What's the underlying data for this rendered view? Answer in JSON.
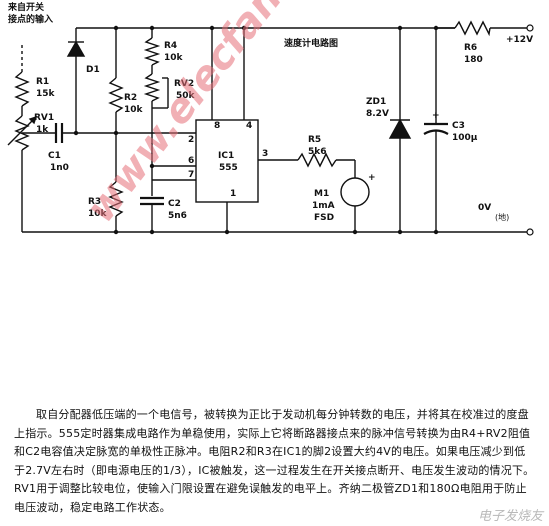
{
  "schematic": {
    "title": "速度计电路图",
    "input_label_line1": "来自开关",
    "input_label_line2": "接点的输入",
    "supply_label": "+12V",
    "ground_label": "0V",
    "ground_note": "(地)",
    "watermark": "www.elecfans.com",
    "components": [
      {
        "ref": "R1",
        "value": "15k"
      },
      {
        "ref": "RV1",
        "value": "1k"
      },
      {
        "ref": "C1",
        "value": "1n0"
      },
      {
        "ref": "D1",
        "value": ""
      },
      {
        "ref": "R2",
        "value": "10k"
      },
      {
        "ref": "R3",
        "value": "10k"
      },
      {
        "ref": "R4",
        "value": "10k"
      },
      {
        "ref": "RV2",
        "value": "50k"
      },
      {
        "ref": "C2",
        "value": "5n6"
      },
      {
        "ref": "IC1",
        "value": "555"
      },
      {
        "ref": "R5",
        "value": "5k6"
      },
      {
        "ref": "M1",
        "value": "1mA"
      },
      {
        "ref": "ZD1",
        "value": "8.2V"
      },
      {
        "ref": "C3",
        "value": "100µ"
      },
      {
        "ref": "R6",
        "value": "180"
      }
    ],
    "meter_note": "FSD",
    "pins": {
      "p2": "2",
      "p4": "4",
      "p8": "8",
      "p3": "3",
      "p6": "6",
      "p7": "7",
      "p1": "1"
    }
  },
  "description": "取自分配器低压端的一个电信号，被转换为正比于发动机每分钟转数的电压，并将其在校准过的度盘上指示。555定时器集成电路作为单稳使用，实际上它将断路器接点来的脉冲信号转换为由R4+RV2阻值和C2电容值决定脉宽的单极性正脉冲。电阻R2和R3在IC1的脚2设置大约4V的电压。如果电压减少到低于2.7V左右时（即电源电压的1/3），IC被触发，这一过程发生在开关接点断开、电压发生波动的情况下。RV1用于调整比较电位，使输入门限设置在避免误触发的电平上。齐纳二极管ZD1和180Ω电阻用于防止电压波动，稳定电路工作状态。",
  "footer_watermark": "电子发烧友"
}
